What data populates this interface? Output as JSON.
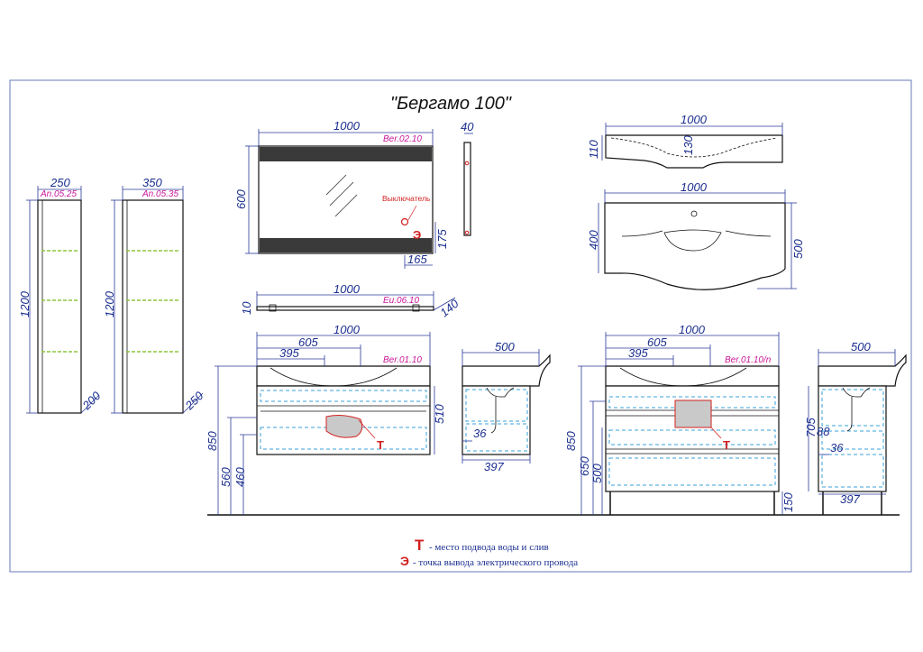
{
  "title": "\"Бергамо 100\"",
  "codes": {
    "pencil_small": "An.05.25",
    "pencil_large": "An.05.35",
    "mirror": "Ber.02.10",
    "shelf": "Eu.06.10",
    "vanity_hanging": "Ber.01.10",
    "vanity_floor": "Ber.01.10/n"
  },
  "switch_label": "Выключатель",
  "dimensions": {
    "pencil_small_width": "250",
    "pencil_large_width": "350",
    "pencil_height_1": "1200",
    "pencil_height_2": "1200",
    "pencil_small_depth": "200",
    "pencil_large_depth": "250",
    "mirror_width": "1000",
    "mirror_height": "600",
    "mirror_depth": "40",
    "mirror_switch_height": "175",
    "mirror_switch_offset": "165",
    "shelf_width": "1000",
    "shelf_height": "10",
    "shelf_depth": "140",
    "sink_width_side": "1000",
    "sink_height": "110",
    "sink_inner": "130",
    "sink_width_top": "1000",
    "sink_depth_inner": "400",
    "sink_depth_outer": "500",
    "vanity1_width": "1000",
    "vanity1_605": "605",
    "vanity1_395": "395",
    "vanity1_850": "850",
    "vanity1_560": "560",
    "vanity1_460": "460",
    "vanity1_body": "510",
    "vanity1_side_depth": "500",
    "vanity1_side_36": "36",
    "vanity1_side_397": "397",
    "vanity2_width": "1000",
    "vanity2_605": "605",
    "vanity2_395": "395",
    "vanity2_850": "850",
    "vanity2_650": "650",
    "vanity2_500": "500",
    "vanity2_legs": "150",
    "vanity2_side_depth": "500",
    "vanity2_side_705": "705",
    "vanity2_side_88": "88",
    "vanity2_side_36": "36",
    "vanity2_side_397": "397"
  },
  "markers": {
    "water": "Т",
    "electric": "Э"
  },
  "legend": [
    {
      "symbol": "Т",
      "text": "- место подвода воды и слив"
    },
    {
      "symbol": "Э",
      "text": "-  точка вывода электрического провода"
    }
  ]
}
